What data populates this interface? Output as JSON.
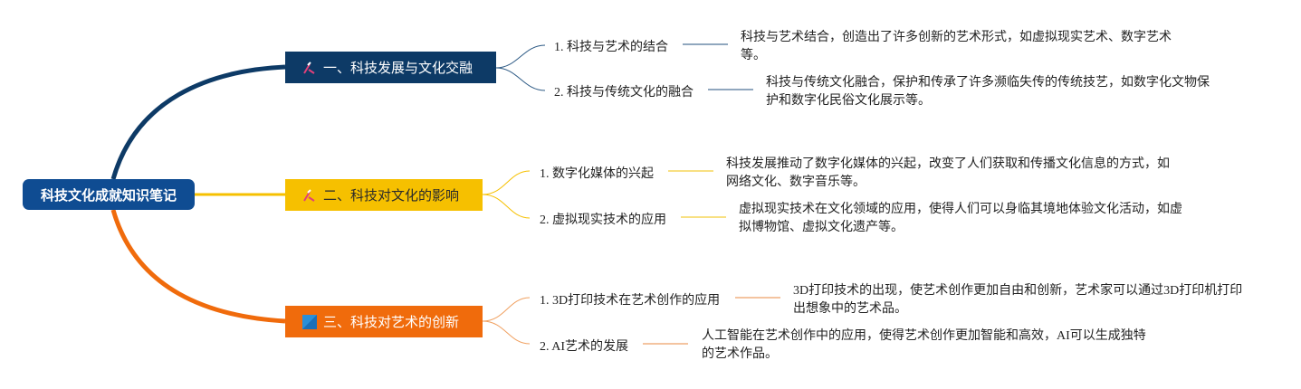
{
  "root": {
    "title": "科技文化成就知识笔记"
  },
  "branches": [
    {
      "title": "一、科技发展与文化交融",
      "color": "#0d3a66",
      "icon": "pencil-ruler-icon",
      "items": [
        {
          "label": "1. 科技与艺术的结合",
          "detail": "科技与艺术结合，创造出了许多创新的艺术形式，如虚拟现实艺术、数字艺术等。"
        },
        {
          "label": "2. 科技与传统文化的融合",
          "detail": "科技与传统文化融合，保护和传承了许多濒临失传的传统技艺，如数字化文物保护和数字化民俗文化展示等。"
        }
      ]
    },
    {
      "title": "二、科技对文化的影响",
      "color": "#f6c000",
      "icon": "pencil-ruler-icon",
      "items": [
        {
          "label": "1. 数字化媒体的兴起",
          "detail": "科技发展推动了数字化媒体的兴起，改变了人们获取和传播文化信息的方式，如网络文化、数字音乐等。"
        },
        {
          "label": "2. 虚拟现实技术的应用",
          "detail": "虚拟现实技术在文化领域的应用，使得人们可以身临其境地体验文化活动，如虚拟博物馆、虚拟文化遗产等。"
        }
      ]
    },
    {
      "title": "三、科技对艺术的创新",
      "color": "#f06b0c",
      "icon": "blue-square-icon",
      "items": [
        {
          "label": "1. 3D打印技术在艺术创作的应用",
          "detail": "3D打印技术的出现，使艺术创作更加自由和创新，艺术家可以通过3D打印机打印出想象中的艺术品。"
        },
        {
          "label": "2. AI艺术的发展",
          "detail": "人工智能在艺术创作中的应用，使得艺术创作更加智能和高效，AI可以生成独特的艺术作品。"
        }
      ]
    }
  ]
}
